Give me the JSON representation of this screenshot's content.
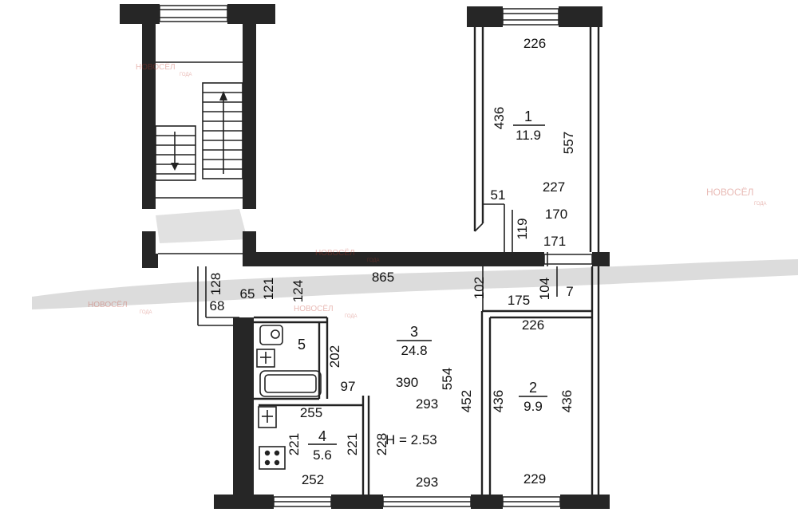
{
  "plan": {
    "rooms": [
      {
        "number": "1",
        "area": "11.9"
      },
      {
        "number": "2",
        "area": "9.9"
      },
      {
        "number": "3",
        "area": "24.8"
      },
      {
        "number": "4",
        "area": "5.6"
      },
      {
        "number": "5"
      }
    ],
    "height_label": "H = 2.53",
    "dimensions": {
      "d226a": "226",
      "d436a": "436",
      "d557": "557",
      "d227": "227",
      "d51": "51",
      "d170": "170",
      "d119": "119",
      "d171": "171",
      "d865": "865",
      "d128": "128",
      "d68": "68",
      "d65": "65",
      "d121": "121",
      "d124": "124",
      "d102": "102",
      "d104": "104",
      "d7": "7",
      "d175": "175",
      "d226b": "226",
      "d202": "202",
      "d97": "97",
      "d390": "390",
      "d554": "554",
      "d293a": "293",
      "d452": "452",
      "d436b": "436",
      "d436c": "436",
      "d255": "255",
      "d221a": "221",
      "d221b": "221",
      "d228": "228",
      "d252": "252",
      "d293b": "293",
      "d229": "229"
    },
    "watermark": {
      "brand": "НОВОСЁЛ",
      "tag": "ГОДА"
    }
  }
}
